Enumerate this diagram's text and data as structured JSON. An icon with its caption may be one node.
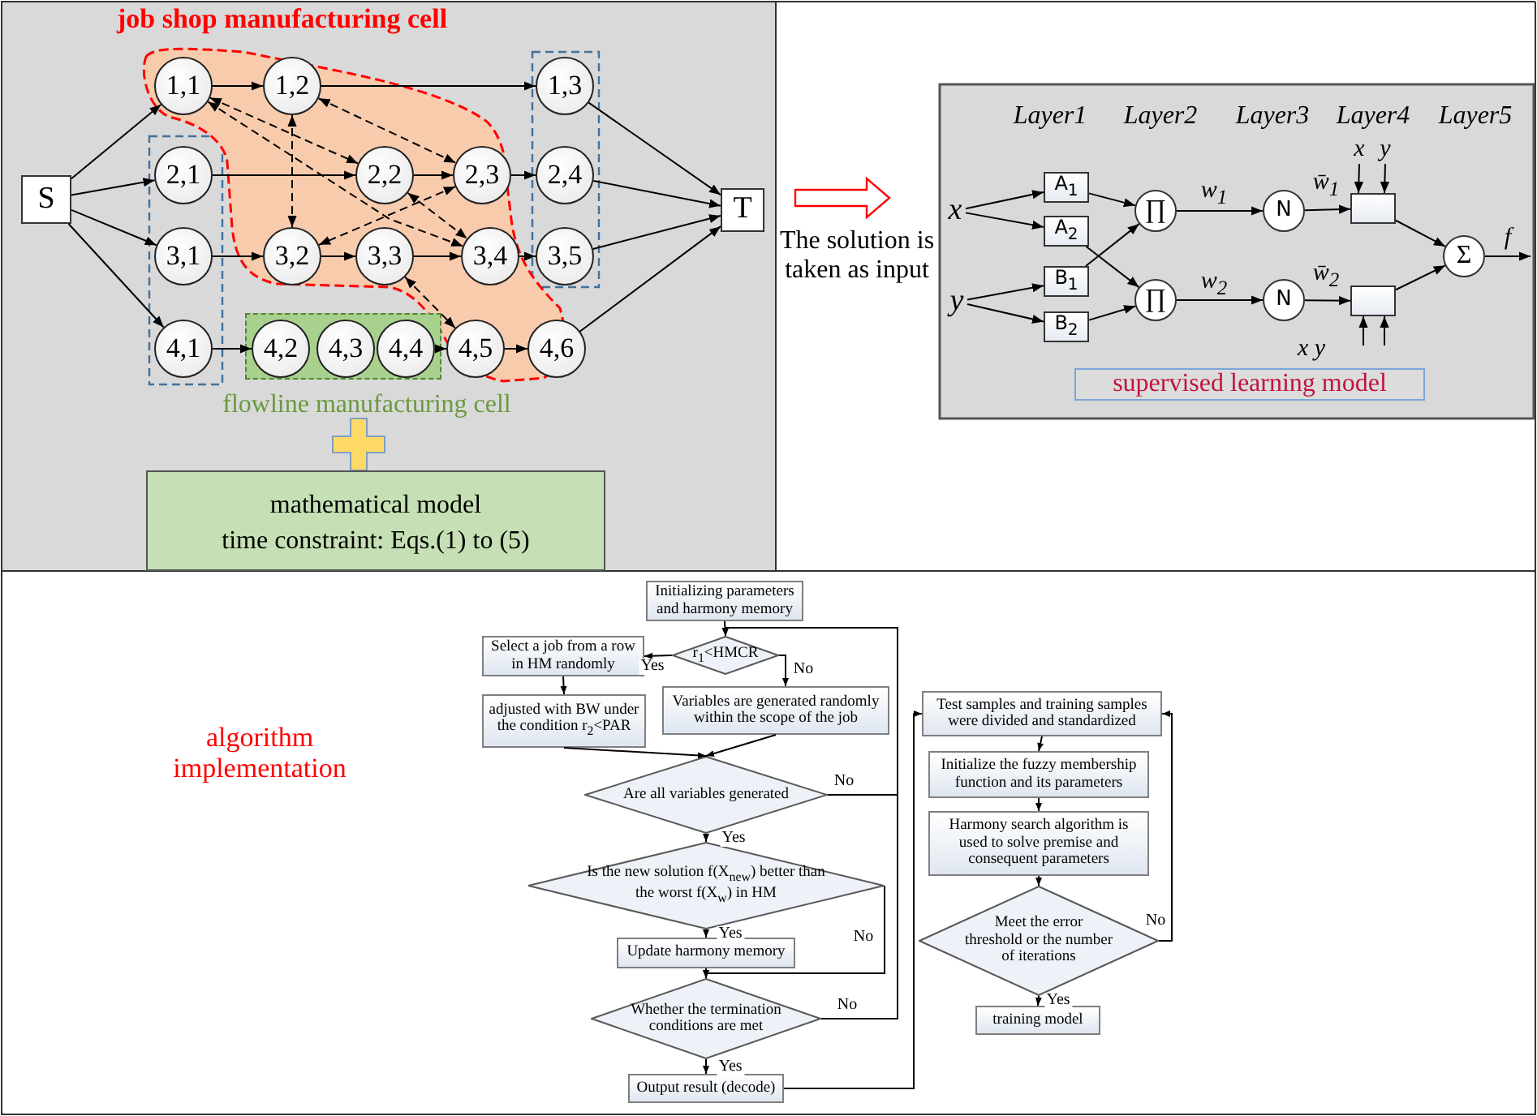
{
  "diagram": {
    "nodes": [
      {
        "text": [
          "job shop manufacturing cell"
        ]
      },
      {
        "text": [
          "S"
        ]
      },
      {
        "text": [
          "1,1"
        ],
        "in": 0
      },
      {
        "text": [
          "1,2"
        ],
        "in": 0
      },
      {
        "text": [
          "1,3"
        ]
      },
      {
        "text": [
          "2,1"
        ]
      },
      {
        "text": [
          "2,2"
        ],
        "in": 0
      },
      {
        "text": [
          "2,3"
        ],
        "in": 0
      },
      {
        "text": [
          "2,4"
        ]
      },
      {
        "text": [
          "3,1"
        ]
      },
      {
        "text": [
          "3,2"
        ],
        "in": 0
      },
      {
        "text": [
          "3,3"
        ],
        "in": 0
      },
      {
        "text": [
          "3,4"
        ],
        "in": 0
      },
      {
        "text": [
          "3,5"
        ]
      },
      {
        "text": [
          "4,1"
        ]
      },
      {
        "text": [
          "flowline manufacturing cell"
        ]
      },
      {
        "text": [
          "4,2"
        ],
        "in": 15
      },
      {
        "text": [
          "4,3"
        ],
        "in": 15
      },
      {
        "text": [
          "4,4"
        ],
        "in": 15
      },
      {
        "text": [
          "4,5"
        ],
        "in": 0
      },
      {
        "text": [
          "4,6"
        ]
      },
      {
        "text": [
          "T"
        ]
      },
      {
        "text": [
          "mathematical model",
          "time constraint: Eqs.(1) to (5)"
        ]
      },
      {
        "text": [
          "x"
        ]
      },
      {
        "text": [
          "y"
        ]
      },
      {
        "text": [
          "A$_{1}$"
        ]
      },
      {
        "text": [
          "A$_{2}$"
        ]
      },
      {
        "text": [
          "B$_{1}$"
        ]
      },
      {
        "text": [
          "B$_{2}$"
        ]
      },
      {
        "text": [
          "∏"
        ]
      },
      {
        "text": [
          "∏"
        ]
      },
      {
        "text": [
          "N"
        ]
      },
      {
        "text": [
          "N"
        ]
      },
      {
        "text": [],
        "shape": "box"
      },
      {
        "text": [],
        "shape": "box"
      },
      {
        "text": [
          "Σ"
        ]
      },
      {
        "text": [
          "x"
        ]
      },
      {
        "text": [
          "y"
        ]
      },
      {
        "text": [
          "supervised learning model"
        ]
      },
      {
        "text": [
          "Initializing parameters and harmony memory"
        ]
      },
      {
        "text": [
          "r$_{1}$<HMCR"
        ]
      },
      {
        "text": [
          "Select a job from a row in HM randomly"
        ]
      },
      {
        "text": [
          "Variables are generated randomly within the scope of the job"
        ]
      },
      {
        "text": [
          "adjusted with BW under the condition r$_{2}$<PAR"
        ]
      },
      {
        "text": [
          "Are all variables generated"
        ]
      },
      {
        "text": [
          "Is the new solution f(X$_{new}$) better than the worst f(X$_{w}$) in HM"
        ]
      },
      {
        "text": [
          "Update harmony memory"
        ]
      },
      {
        "text": [
          "Whether the termination conditions are met"
        ]
      },
      {
        "text": [
          "Output result (decode)"
        ]
      },
      {
        "text": [
          "Test samples and training samples were divided and standardized"
        ]
      },
      {
        "text": [
          "Initialize the fuzzy membership function and its parameters"
        ]
      },
      {
        "text": [
          "Harmony search algorithm is used to solve premise and consequent parameters"
        ]
      },
      {
        "text": [
          "Meet the error threshold or the number of iterations"
        ]
      },
      {
        "text": [
          "training model"
        ]
      }
    ],
    "edges": [
      {
        "from": 1,
        "to": 2,
        "arrow": "to"
      },
      {
        "from": 1,
        "to": 5,
        "arrow": "to"
      },
      {
        "from": 1,
        "to": 9,
        "arrow": "to"
      },
      {
        "from": 1,
        "to": 14,
        "arrow": "to"
      },
      {
        "from": 2,
        "to": 3,
        "arrow": "to"
      },
      {
        "from": 3,
        "to": 4,
        "arrow": "to"
      },
      {
        "from": 5,
        "to": 6,
        "arrow": "to"
      },
      {
        "from": 6,
        "to": 7,
        "arrow": "to"
      },
      {
        "from": 7,
        "to": 8,
        "arrow": "to"
      },
      {
        "from": 9,
        "to": 10,
        "arrow": "to"
      },
      {
        "from": 10,
        "to": 11,
        "arrow": "to"
      },
      {
        "from": 11,
        "to": 12,
        "arrow": "to"
      },
      {
        "from": 12,
        "to": 13,
        "arrow": "to"
      },
      {
        "from": 14,
        "to": 16,
        "arrow": "to"
      },
      {
        "from": 18,
        "to": 19,
        "arrow": "to"
      },
      {
        "from": 19,
        "to": 20,
        "arrow": "to"
      },
      {
        "from": 4,
        "to": 21,
        "arrow": "to"
      },
      {
        "from": 8,
        "to": 21,
        "arrow": "to"
      },
      {
        "from": 13,
        "to": 21,
        "arrow": "to"
      },
      {
        "from": 20,
        "to": 21,
        "arrow": "to"
      },
      {
        "from": 2,
        "to": 6,
        "arrow": "both",
        "style": "dashed"
      },
      {
        "from": 2,
        "to": 12,
        "arrow": "both",
        "style": "dashed"
      },
      {
        "from": 3,
        "to": 7,
        "arrow": "both",
        "style": "dashed"
      },
      {
        "from": 3,
        "to": 10,
        "arrow": "both",
        "style": "dashed"
      },
      {
        "from": 7,
        "to": 10,
        "arrow": "both",
        "style": "dashed"
      },
      {
        "from": 6,
        "to": 12,
        "arrow": "both",
        "style": "dashed"
      },
      {
        "from": 11,
        "to": 19,
        "arrow": "both",
        "style": "dashed"
      },
      {
        "from": 23,
        "to": 25,
        "arrow": "to"
      },
      {
        "from": 23,
        "to": 26,
        "arrow": "to"
      },
      {
        "from": 24,
        "to": 27,
        "arrow": "to"
      },
      {
        "from": 24,
        "to": 28,
        "arrow": "to"
      },
      {
        "from": 25,
        "to": 29,
        "arrow": "to"
      },
      {
        "from": 26,
        "to": 30,
        "arrow": "to"
      },
      {
        "from": 27,
        "to": 29,
        "arrow": "to"
      },
      {
        "from": 28,
        "to": 30,
        "arrow": "to"
      },
      {
        "from": 29,
        "to": 31,
        "arrow": "to",
        "label": "w$_{1}$"
      },
      {
        "from": 30,
        "to": 32,
        "arrow": "to",
        "label": "w$_{2}$"
      },
      {
        "from": 31,
        "to": 33,
        "arrow": "to",
        "label": "w̄$_{1}$"
      },
      {
        "from": 32,
        "to": 34,
        "arrow": "to",
        "label": "w̄$_{2}$"
      },
      {
        "from": 33,
        "to": 35,
        "arrow": "to"
      },
      {
        "from": 34,
        "to": 35,
        "arrow": "to"
      },
      {
        "from": 35,
        "to": null,
        "arrow": "to",
        "label": "f"
      },
      {
        "from": 36,
        "to": 33,
        "arrow": "to"
      },
      {
        "from": 37,
        "to": 33,
        "arrow": "to"
      },
      {
        "from": null,
        "to": 34,
        "arrow": "to"
      },
      {
        "from": null,
        "to": 34,
        "arrow": "to"
      },
      {
        "from": 39,
        "to": 40,
        "arrow": "to"
      },
      {
        "from": 40,
        "to": 41,
        "arrow": "to",
        "label": "Yes"
      },
      {
        "from": 40,
        "to": 42,
        "arrow": "to",
        "label": "No"
      },
      {
        "from": 41,
        "to": 43,
        "arrow": "to"
      },
      {
        "from": 43,
        "to": 44,
        "arrow": "to"
      },
      {
        "from": 42,
        "to": 44,
        "arrow": "to"
      },
      {
        "from": 44,
        "to": 45,
        "arrow": "to",
        "label": "Yes"
      },
      {
        "from": 44,
        "to": 40,
        "arrow": "to",
        "label": "No"
      },
      {
        "from": 45,
        "to": 46,
        "arrow": "to",
        "label": "Yes"
      },
      {
        "from": 45,
        "to": 47,
        "arrow": "to",
        "label": "No"
      },
      {
        "from": 46,
        "to": 47,
        "arrow": "to"
      },
      {
        "from": 47,
        "to": 48,
        "arrow": "to",
        "label": "Yes"
      },
      {
        "from": 47,
        "to": 40,
        "arrow": "to",
        "label": "No"
      },
      {
        "from": 48,
        "to": 49,
        "arrow": "to"
      },
      {
        "from": 49,
        "to": 50,
        "arrow": "to"
      },
      {
        "from": 50,
        "to": 51,
        "arrow": "to"
      },
      {
        "from": 51,
        "to": 52,
        "arrow": "to"
      },
      {
        "from": 52,
        "to": 53,
        "arrow": "to",
        "label": "Yes"
      },
      {
        "from": 52,
        "to": 49,
        "arrow": "to",
        "label": "No"
      }
    ],
    "labels": [
      "Layer1",
      "Layer2",
      "Layer3",
      "Layer4",
      "Layer5",
      "The solution is taken as input",
      "x y",
      "algorithm implementation"
    ]
  }
}
